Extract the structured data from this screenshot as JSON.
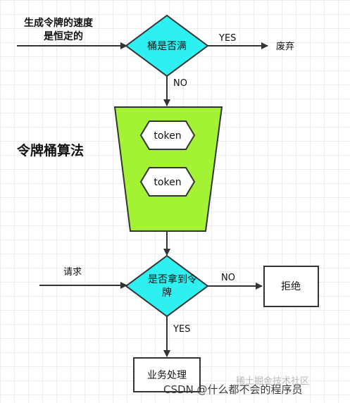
{
  "diagram": {
    "title": "令牌桶算法",
    "input_rate_label_line1": "生成令牌的速度",
    "input_rate_label_line2": "是恒定的",
    "bucket_full_decision": "桶是否满",
    "yes_label_top": "YES",
    "discard_label": "废弃",
    "no_label_top": "NO",
    "tokens": [
      "token",
      "token"
    ],
    "request_label": "请求",
    "token_decision_line1": "是否拿到令",
    "token_decision_line2": "牌",
    "no_label_bottom": "NO",
    "reject_label": "拒绝",
    "yes_label_bottom": "YES",
    "process_label": "业务处理",
    "watermark_main": "CSDN @什么都不会的程序员",
    "watermark_faint": "稀土掘金技术社区"
  },
  "colors": {
    "cyan_fill": "#2ef0f0",
    "green_fill": "#a3f233",
    "line": "#333333"
  }
}
